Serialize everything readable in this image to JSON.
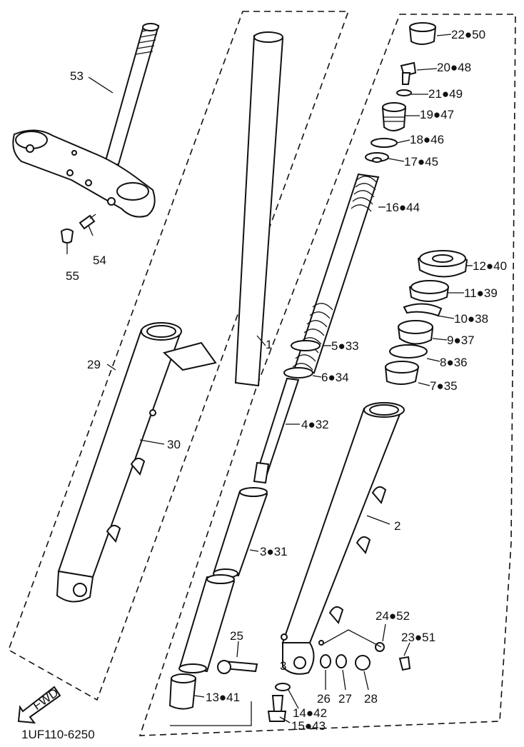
{
  "diagram": {
    "drawing_number": "1UF110-6250",
    "fwd_label": "FWD",
    "callouts": {
      "c53": "53",
      "c54": "54",
      "c55": "55",
      "c29": "29",
      "c30": "30",
      "c1": "1",
      "c2": "2",
      "c3": "3●31",
      "c4": "4●32",
      "c5": "5●33",
      "c6": "6●34",
      "c7": "7●35",
      "c8": "8●36",
      "c9": "9●37",
      "c10": "10●38",
      "c11": "11●39",
      "c12": "12●40",
      "c13": "13●41",
      "c14": "14●42",
      "c15": "15●43",
      "c16": "16●44",
      "c17": "17●45",
      "c18": "18●46",
      "c19": "19●47",
      "c20": "20●48",
      "c21": "21●49",
      "c22": "22●50",
      "c23": "23●51",
      "c24": "24●52",
      "c25": "25",
      "c26": "26",
      "c27": "27",
      "c28": "28",
      "slider_mark": "3"
    }
  }
}
